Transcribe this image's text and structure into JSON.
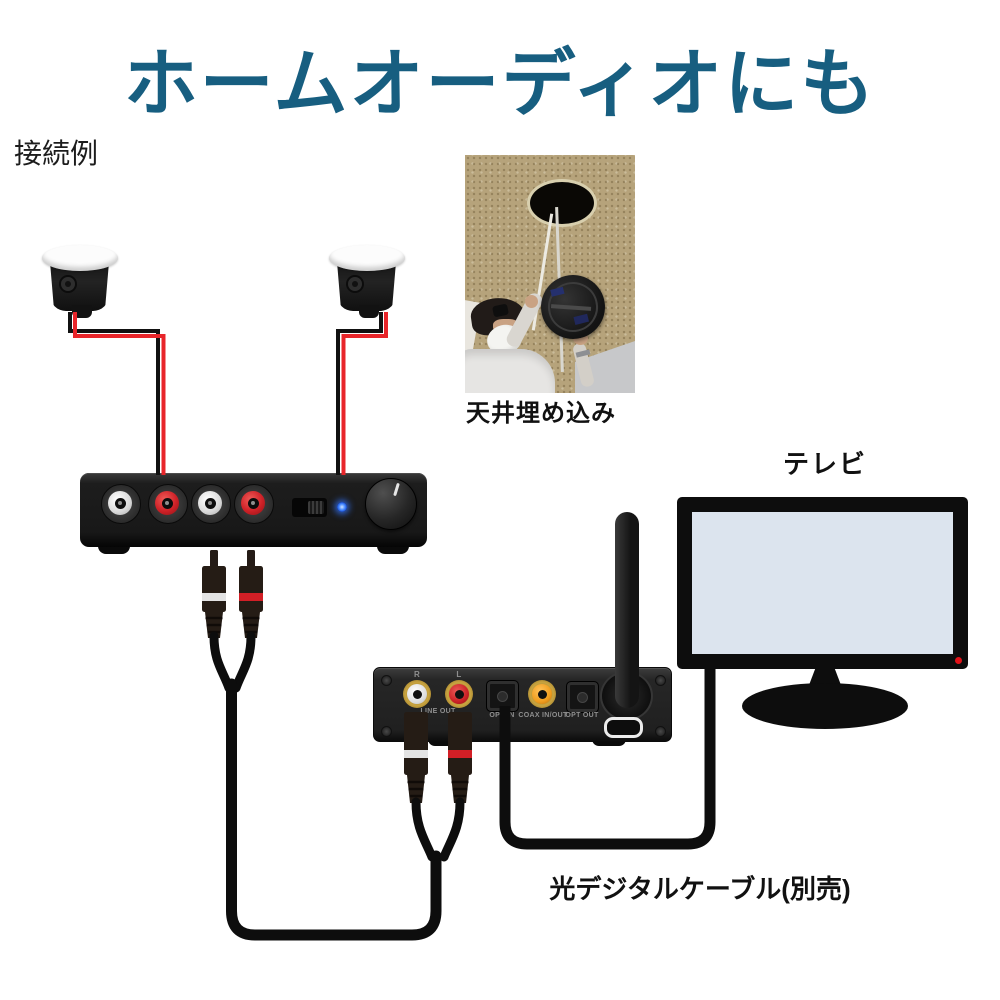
{
  "page": {
    "title": "ホームオーディオにも"
  },
  "annotations": {
    "connection_example": "接続例",
    "ceiling_photo_caption": "天井埋め込み",
    "tv_label": "テレビ",
    "optical_cable_caption": "光デジタルケーブル(別売)"
  },
  "receiver_ports": {
    "r": "R",
    "l": "L",
    "line_out": "LINE OUT",
    "opt_in": "OPT IN",
    "coax": "COAX IN/OUT",
    "opt_out": "OPT OUT"
  },
  "colors": {
    "title": "#175e80",
    "speaker_wire_red": "#e8252a",
    "cable_black": "#0d0d0d",
    "bluetooth_led": "#3f84ff",
    "tv_screen": "#dce4ee",
    "tv_standby_red": "#e31118",
    "ceiling_tan": "#b6a37b"
  }
}
